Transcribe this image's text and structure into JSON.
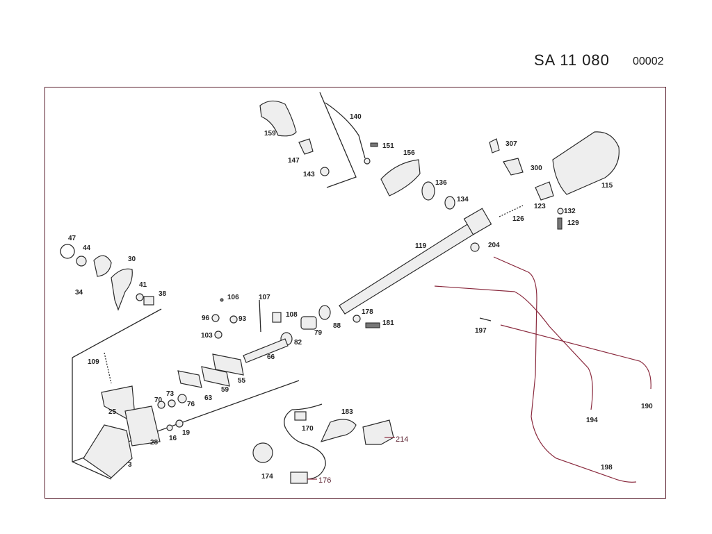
{
  "header": {
    "code": "SA   11 080",
    "number": "00002"
  },
  "callouts": [
    {
      "id": "c159",
      "text": "159"
    },
    {
      "id": "c147",
      "text": "147"
    },
    {
      "id": "c143",
      "text": "143"
    },
    {
      "id": "c140",
      "text": "140"
    },
    {
      "id": "c151",
      "text": "151"
    },
    {
      "id": "c156",
      "text": "156"
    },
    {
      "id": "c136",
      "text": "136"
    },
    {
      "id": "c134",
      "text": "134"
    },
    {
      "id": "c307",
      "text": "307"
    },
    {
      "id": "c300",
      "text": "300"
    },
    {
      "id": "c115",
      "text": "115"
    },
    {
      "id": "c123",
      "text": "123"
    },
    {
      "id": "c132",
      "text": "132"
    },
    {
      "id": "c129",
      "text": "129"
    },
    {
      "id": "c126",
      "text": "126"
    },
    {
      "id": "c119",
      "text": "119"
    },
    {
      "id": "c204",
      "text": "204"
    },
    {
      "id": "c47",
      "text": "47"
    },
    {
      "id": "c44",
      "text": "44"
    },
    {
      "id": "c30",
      "text": "30"
    },
    {
      "id": "c34",
      "text": "34"
    },
    {
      "id": "c41",
      "text": "41"
    },
    {
      "id": "c38",
      "text": "38"
    },
    {
      "id": "c106",
      "text": "106"
    },
    {
      "id": "c107",
      "text": "107"
    },
    {
      "id": "c96",
      "text": "96"
    },
    {
      "id": "c93",
      "text": "93"
    },
    {
      "id": "c108",
      "text": "108"
    },
    {
      "id": "c178",
      "text": "178"
    },
    {
      "id": "c181",
      "text": "181"
    },
    {
      "id": "c88",
      "text": "88"
    },
    {
      "id": "c79",
      "text": "79"
    },
    {
      "id": "c82",
      "text": "82"
    },
    {
      "id": "c103",
      "text": "103"
    },
    {
      "id": "c66",
      "text": "66"
    },
    {
      "id": "c109",
      "text": "109"
    },
    {
      "id": "c55",
      "text": "55"
    },
    {
      "id": "c59",
      "text": "59"
    },
    {
      "id": "c63",
      "text": "63"
    },
    {
      "id": "c197",
      "text": "197"
    },
    {
      "id": "c70",
      "text": "70"
    },
    {
      "id": "c73",
      "text": "73"
    },
    {
      "id": "c76",
      "text": "76"
    },
    {
      "id": "c25",
      "text": "25"
    },
    {
      "id": "c28",
      "text": "28"
    },
    {
      "id": "c16",
      "text": "16"
    },
    {
      "id": "c19",
      "text": "19"
    },
    {
      "id": "c3",
      "text": "3"
    },
    {
      "id": "c170",
      "text": "170"
    },
    {
      "id": "c183",
      "text": "183"
    },
    {
      "id": "c214",
      "text": "214"
    },
    {
      "id": "c174",
      "text": "174"
    },
    {
      "id": "c176",
      "text": "176"
    },
    {
      "id": "c194",
      "text": "194"
    },
    {
      "id": "c190",
      "text": "190"
    },
    {
      "id": "c198",
      "text": "198"
    }
  ]
}
